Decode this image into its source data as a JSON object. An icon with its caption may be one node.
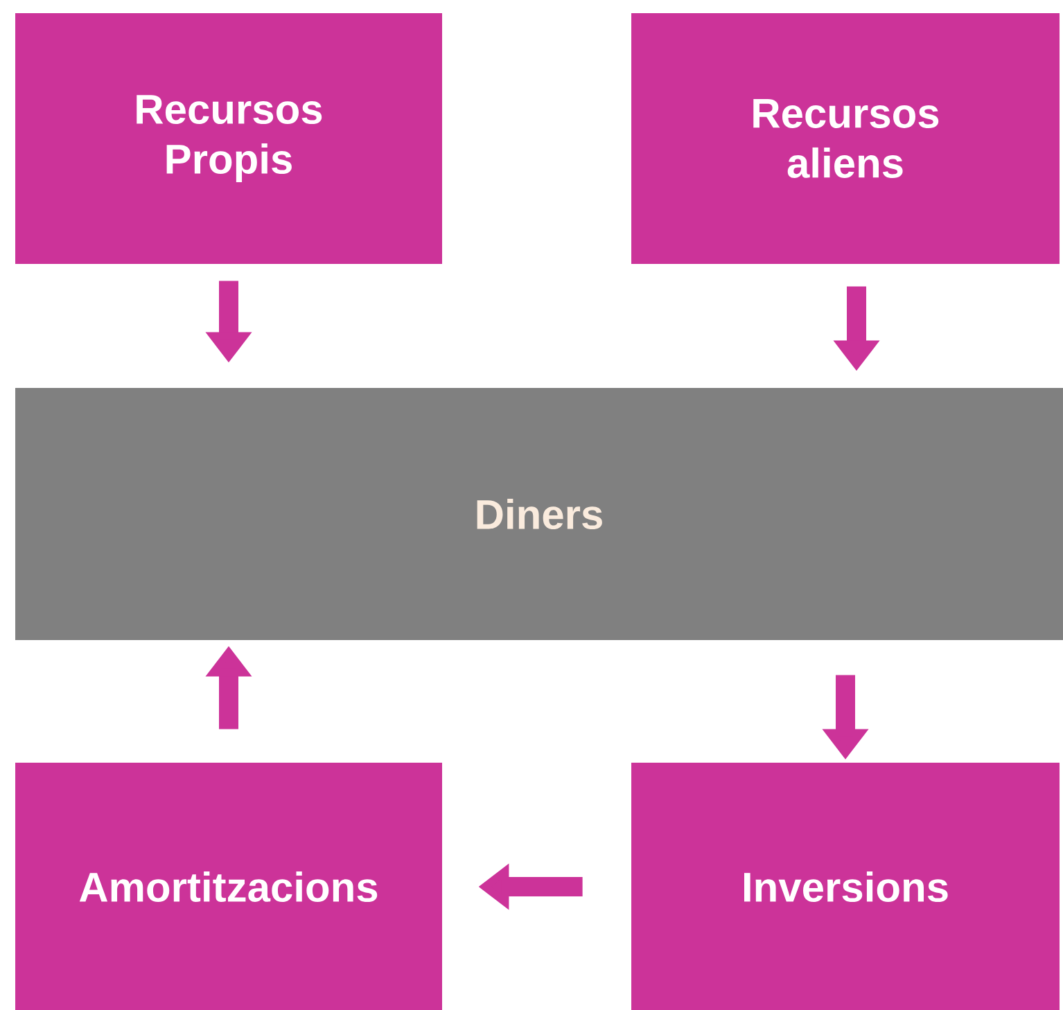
{
  "diagram": {
    "nodes": [
      {
        "text": [
          "Recursos Propis"
        ]
      },
      {
        "text": [
          "Recursos aliens"
        ]
      },
      {
        "text": [
          "Diners"
        ]
      },
      {
        "text": [
          "Amortitzacions"
        ]
      },
      {
        "text": [
          "Inversions"
        ]
      }
    ],
    "edges": [
      {
        "from": 0,
        "to": 2,
        "arrow": "to"
      },
      {
        "from": 1,
        "to": 2,
        "arrow": "to"
      },
      {
        "from": 2,
        "to": 4,
        "arrow": "to"
      },
      {
        "from": 4,
        "to": 3,
        "arrow": "to"
      },
      {
        "from": 3,
        "to": 2,
        "arrow": "to"
      }
    ]
  }
}
